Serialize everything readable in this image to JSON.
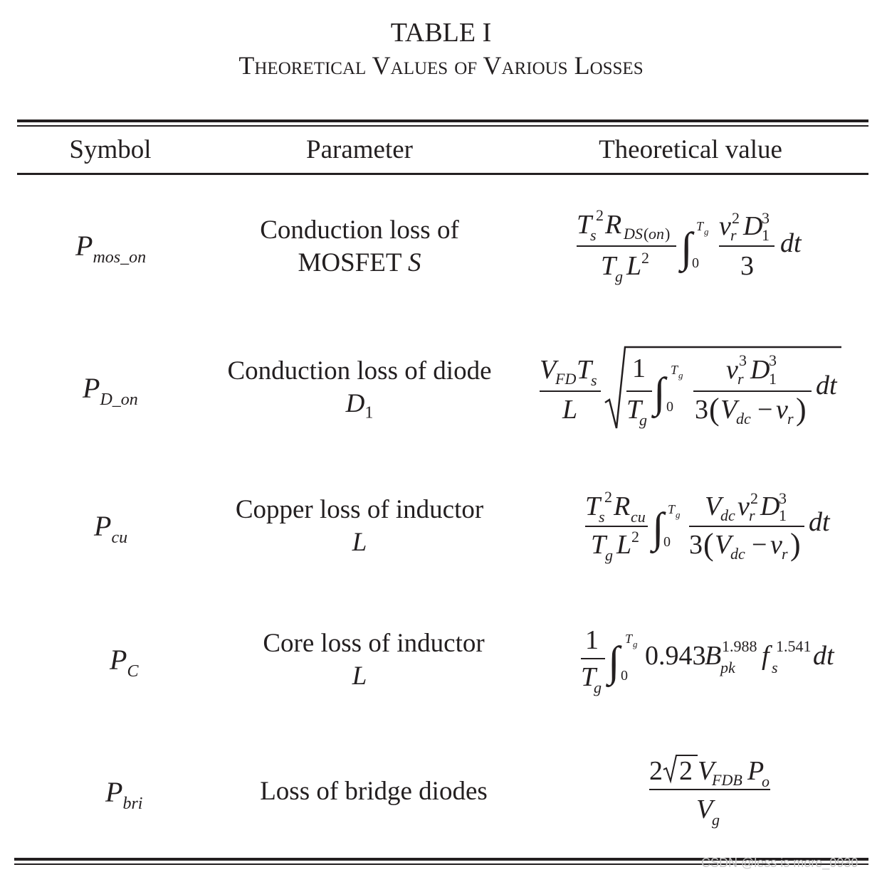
{
  "table": {
    "title": "TABLE I",
    "caption": "Theoretical Values of Various Losses",
    "headers": {
      "symbol": "Symbol",
      "parameter": "Parameter",
      "value": "Theoretical value"
    },
    "rows": [
      {
        "symbol_main": "P",
        "symbol_sub": "mos_on",
        "parameter_line1": "Conduction loss of",
        "parameter_line2": "MOSFET ",
        "parameter_line2_italic": "S"
      },
      {
        "symbol_main": "P",
        "symbol_sub": "D_on",
        "parameter_line1": "Conduction loss of diode",
        "parameter_line2_italic": "D",
        "parameter_line2_sub": "1"
      },
      {
        "symbol_main": "P",
        "symbol_sub": "cu",
        "parameter_line1": "Copper loss of inductor",
        "parameter_line2_italic": "L"
      },
      {
        "symbol_main": "P",
        "symbol_sub": "C",
        "parameter_line1": "Core loss of inductor",
        "parameter_line2_italic": "L"
      },
      {
        "symbol_main": "P",
        "symbol_sub": "bri",
        "parameter_line1": "Loss of bridge diodes"
      }
    ]
  },
  "watermark": "CSDN @less is more_0930"
}
